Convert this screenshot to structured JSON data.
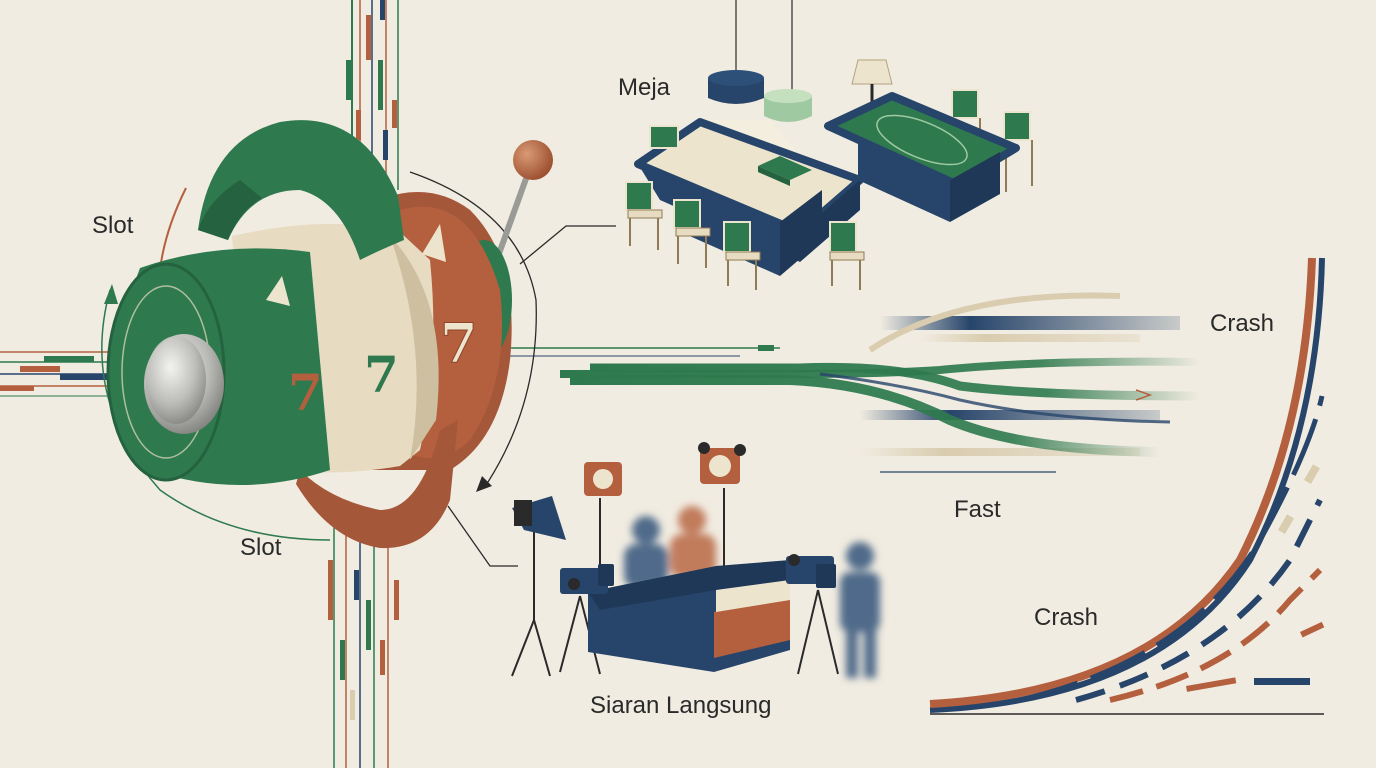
{
  "labels": {
    "slot_top": "Slot",
    "slot_bottom": "Slot",
    "meja": "Meja",
    "crash_top": "Crash",
    "fast": "Fast",
    "crash_bottom": "Crash",
    "siaran": "Siaran Langsung"
  },
  "reel_symbols": [
    "7",
    "7",
    "7"
  ],
  "palette": {
    "background": "#f1ece1",
    "green": "#2e7a4e",
    "rust": "#b4603e",
    "navy": "#27456b",
    "cream": "#ede4cd",
    "beige": "#d9ccaf"
  }
}
